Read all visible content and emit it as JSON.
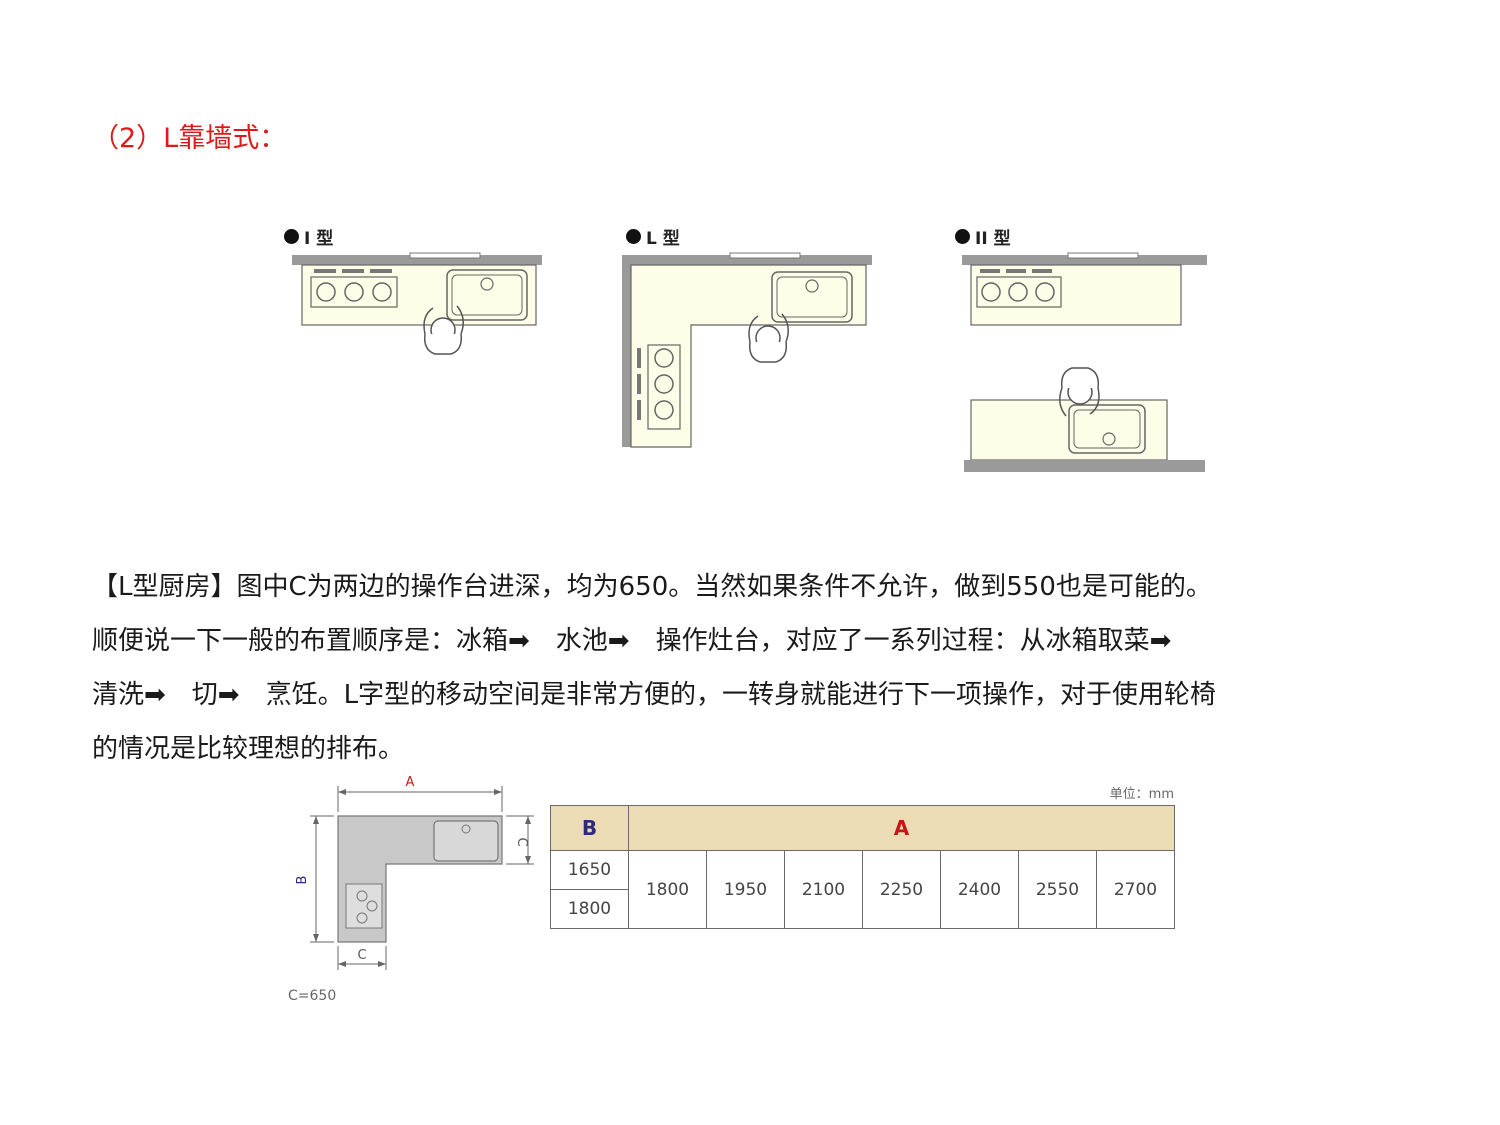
{
  "heading": "（2）L靠墙式：",
  "layouts": {
    "labels": [
      "I 型",
      "L 型",
      "II 型"
    ]
  },
  "paragraph": {
    "lines": [
      "【L型厨房】图中C为两边的操作台进深，均为650。当然如果条件不允许，做到550也是可能的。",
      "顺便说一下一般的布置顺序是：冰箱➡　水池➡　操作灶台，对应了一系列过程：从冰箱取菜➡",
      "清洗➡　切➡　烹饪。L字型的移动空间是非常方便的，一转身就能进行下一项操作，对于使用轮椅",
      "的情况是比较理想的排布。"
    ]
  },
  "spec": {
    "unit": "单位：mm",
    "dim_labels": {
      "a": "A",
      "b": "B",
      "c_top": "C",
      "c_bottom": "C"
    },
    "c_note": "C=650",
    "table": {
      "header_b": "B",
      "header_a": "A",
      "b_values": [
        "1650",
        "1800"
      ],
      "a_values": [
        "1800",
        "1950",
        "2100",
        "2250",
        "2400",
        "2550",
        "2700"
      ]
    }
  },
  "colors": {
    "heading": "#e01818",
    "counter": "#fdfde8",
    "wall": "#9a9a9a",
    "table_header": "#ecdcb6"
  }
}
